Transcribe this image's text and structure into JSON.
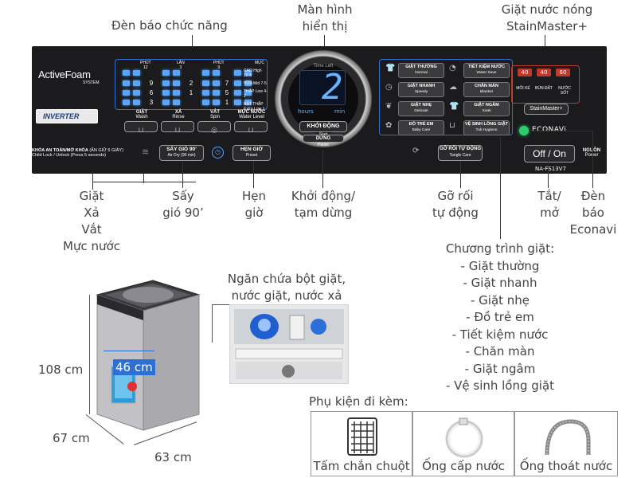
{
  "callouts": {
    "indicator_lights": "Đèn báo chức năng",
    "display_line1": "Màn hình",
    "display_line2": "hiển thị",
    "hot_water_line1": "Giặt nước nóng",
    "hot_water_line2": "StainMaster+",
    "wash_line1": "Giặt",
    "wash_line2": "Xả",
    "wash_line3": "Vắt",
    "wash_line4": "Mực nước",
    "dry_line1": "Sấy",
    "dry_line2": "gió 90’",
    "timer_line1": "Hẹn",
    "timer_line2": "giờ",
    "start_line1": "Khởi động/",
    "start_line2": "tạm dừng",
    "tangle_line1": "Gỡ rối",
    "tangle_line2": "tự động",
    "power_line1": "Tắt/",
    "power_line2": "mở",
    "econavi_line1": "Đèn",
    "econavi_line2": "báo",
    "econavi_line3": "Econavi",
    "programs_title": "Chương trình giặt:",
    "programs": [
      "- Giặt thường",
      "- Giặt nhanh",
      "- Giặt nhẹ",
      "- Đồ trẻ em",
      "- Tiết kiệm nước",
      "- Chăn màn",
      "- Giặt ngâm",
      "- Vệ sinh lồng giặt"
    ],
    "dispenser_line1": "Ngăn chứa bột giặt,",
    "dispenser_line2": "nước giặt, nước xả",
    "accessories_title": "Phụ kiện đi kèm:"
  },
  "dimensions": {
    "height": "108 cm",
    "drum": "46 cm",
    "depth": "67 cm",
    "width": "63 cm"
  },
  "accessories": [
    {
      "label": "Tấm chắn chuột"
    },
    {
      "label": "Ống cấp nước"
    },
    {
      "label": "Ống thoát nước"
    }
  ],
  "panel": {
    "brand": "ActiveFoam",
    "brand_sub": "SYSTEM",
    "inverter": "INVERTER",
    "col_heads": [
      {
        "vn": "PHÚT",
        "num": "12"
      },
      {
        "vn": "LẦN",
        "num": "3"
      },
      {
        "vn": "PHÚT",
        "num": "9"
      },
      {
        "vn": "MỰC",
        "num": ""
      }
    ],
    "led_nums_col1": [
      "9",
      "6",
      "3"
    ],
    "led_nums_col2": [
      "2",
      "1"
    ],
    "led_nums_col3": [
      "7",
      "5",
      "1"
    ],
    "levels": [
      "CAO High 10-8",
      "VỪA Mid 7-5",
      "THẤP Low 4-2",
      "RẤT THẤP Extra Low 1"
    ],
    "func_buttons": [
      {
        "vn": "GIẶT",
        "en": "Wash"
      },
      {
        "vn": "XẢ",
        "en": "Rinse"
      },
      {
        "vn": "VẮT",
        "en": "Spin"
      },
      {
        "vn": "MỰC NƯỚC",
        "en": "Water Level"
      }
    ],
    "lock_label": "KHÓA AN TOÀN/MỞ KHÓA",
    "lock_hint": "(ẤN GIỮ 5 GIÂY)",
    "lock_en": "Child Lock / Unlock (Press 5 seconds)",
    "air_dry_vn": "SẤY GIÓ 90’",
    "air_dry_en": "Air Dry (90 min)",
    "preset_vn": "HẸN GIỜ",
    "preset_en": "Preset",
    "time_left": "Time Left",
    "display_digit": "2",
    "hours": "hours",
    "min": "min",
    "start_vn": "KHỞI ĐỘNG",
    "start_en": "Start",
    "pause_vn": "DỪNG",
    "pause_en": "Pause",
    "programs": [
      {
        "vn": "GIẶT THƯỜNG",
        "en": "Normal"
      },
      {
        "vn": "TIẾT KIỆM NƯỚC",
        "en": "Water Save"
      },
      {
        "vn": "GIẶT NHANH",
        "en": "Speedy"
      },
      {
        "vn": "CHĂN MÀN",
        "en": "Blanket"
      },
      {
        "vn": "GIẶT NHẸ",
        "en": "Delicate"
      },
      {
        "vn": "GIẶT NGÂM",
        "en": "Soak"
      },
      {
        "vn": "ĐỒ TRẺ EM",
        "en": "Baby Care"
      },
      {
        "vn": "VỆ SINH LỒNG GIẶT",
        "en": "Tub Hygiene"
      }
    ],
    "tangle_vn": "GỠ RỐI TỰ ĐỘNG",
    "tangle_en": "Tangle Care",
    "temps": [
      "40",
      "40",
      "60"
    ],
    "temp_labels": [
      "MỐI KÉ",
      "BÙN ĐẤT",
      "NƯỚC SỐT"
    ],
    "stainmaster": "StainMaster+",
    "econavi": "ECONAVi",
    "off_on": "Off / On",
    "power_vn": "NGUỒN",
    "power_en": "Power",
    "model": "NA-FS13V7"
  },
  "colors": {
    "panel_bg": "#1b1b1d",
    "led_blue": "#5aa5ff",
    "frame_blue": "#2e6fd4",
    "temp_red": "#c0392b",
    "econavi_green": "#2ecc71"
  }
}
